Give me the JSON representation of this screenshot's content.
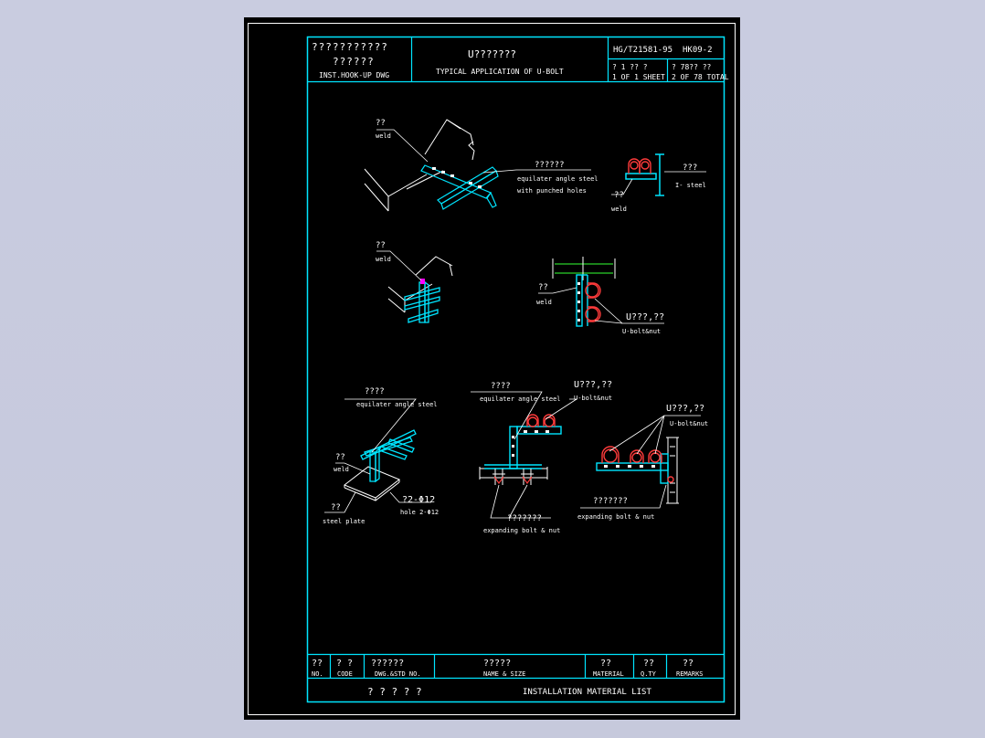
{
  "title_block": {
    "left_top": "???????????",
    "left_mid": "??????",
    "left_en": "INST.HOOK-UP DWG",
    "center_cn": "U???????",
    "center_en": "TYPICAL APPLICATION OF U-BOLT",
    "std_no": "HG/T21581-95",
    "dwg_no": "HK09-2",
    "sheet_cn": "? 1 ??  ?",
    "sheet_en": "1  OF 1  SHEET",
    "total_cn": "? 78?? ??",
    "total_en": "2  OF 78  TOTAL"
  },
  "annotations": {
    "fig1_weld_cn": "??",
    "fig1_weld_en": "weld",
    "fig1_angle_cn": "??????",
    "fig1_angle_en1": "equilater angle steel",
    "fig1_angle_en2": "with punched holes",
    "fig2_isteel_cn": "???",
    "fig2_isteel_en": "I- steel",
    "fig2_weld_cn": "??",
    "fig2_weld_en": "weld",
    "fig3_weld_cn": "??",
    "fig3_weld_en": "weld",
    "fig4_weld_cn": "??",
    "fig4_weld_en": "weld",
    "fig4_ubolt_cn": "U???,??",
    "fig4_ubolt_en": "U-bolt&nut",
    "fig5_angle_cn": "????",
    "fig5_angle_en": "equilater angle steel",
    "fig5_weld_cn": "??",
    "fig5_weld_en": "weld",
    "fig5_plate_cn": "??",
    "fig5_plate_en": "steel plate",
    "fig5_hole_cn": "?2-Φ12",
    "fig5_hole_en": "hole 2-Φ12",
    "fig6_angle_cn": "????",
    "fig6_angle_en": "equilater angle steel",
    "fig6_ubolt_cn": "U???,??",
    "fig6_ubolt_en": "U-bolt&nut",
    "fig6_exp_cn": "???????",
    "fig6_exp_en": "expanding bolt & nut",
    "fig7_ubolt_cn": "U???,??",
    "fig7_ubolt_en": "U-bolt&nut",
    "fig7_exp_cn": "???????",
    "fig7_exp_en": "expanding bolt & nut"
  },
  "material_list": {
    "columns": [
      {
        "cn": "??",
        "en": "NO."
      },
      {
        "cn": "? ?",
        "en": "CODE"
      },
      {
        "cn": "??????",
        "en": "DWG.&STD NO."
      },
      {
        "cn": "?????",
        "en": "NAME & SIZE"
      },
      {
        "cn": "??",
        "en": "MATERIAL"
      },
      {
        "cn": "??",
        "en": "Q.TY"
      },
      {
        "cn": "??",
        "en": "REMARKS"
      }
    ],
    "footer_cn": "?   ?   ?   ?   ?",
    "footer_en": "INSTALLATION MATERIAL LIST"
  },
  "colors": {
    "background": "#000000",
    "frame": "#00e5ff",
    "text": "#ffffff",
    "steel": "#00e5ff",
    "ubolt": "#ff3b3b",
    "pipe_green": "#29d129",
    "weld_mark": "#ff00ff",
    "viewport": "#c9cce0"
  }
}
